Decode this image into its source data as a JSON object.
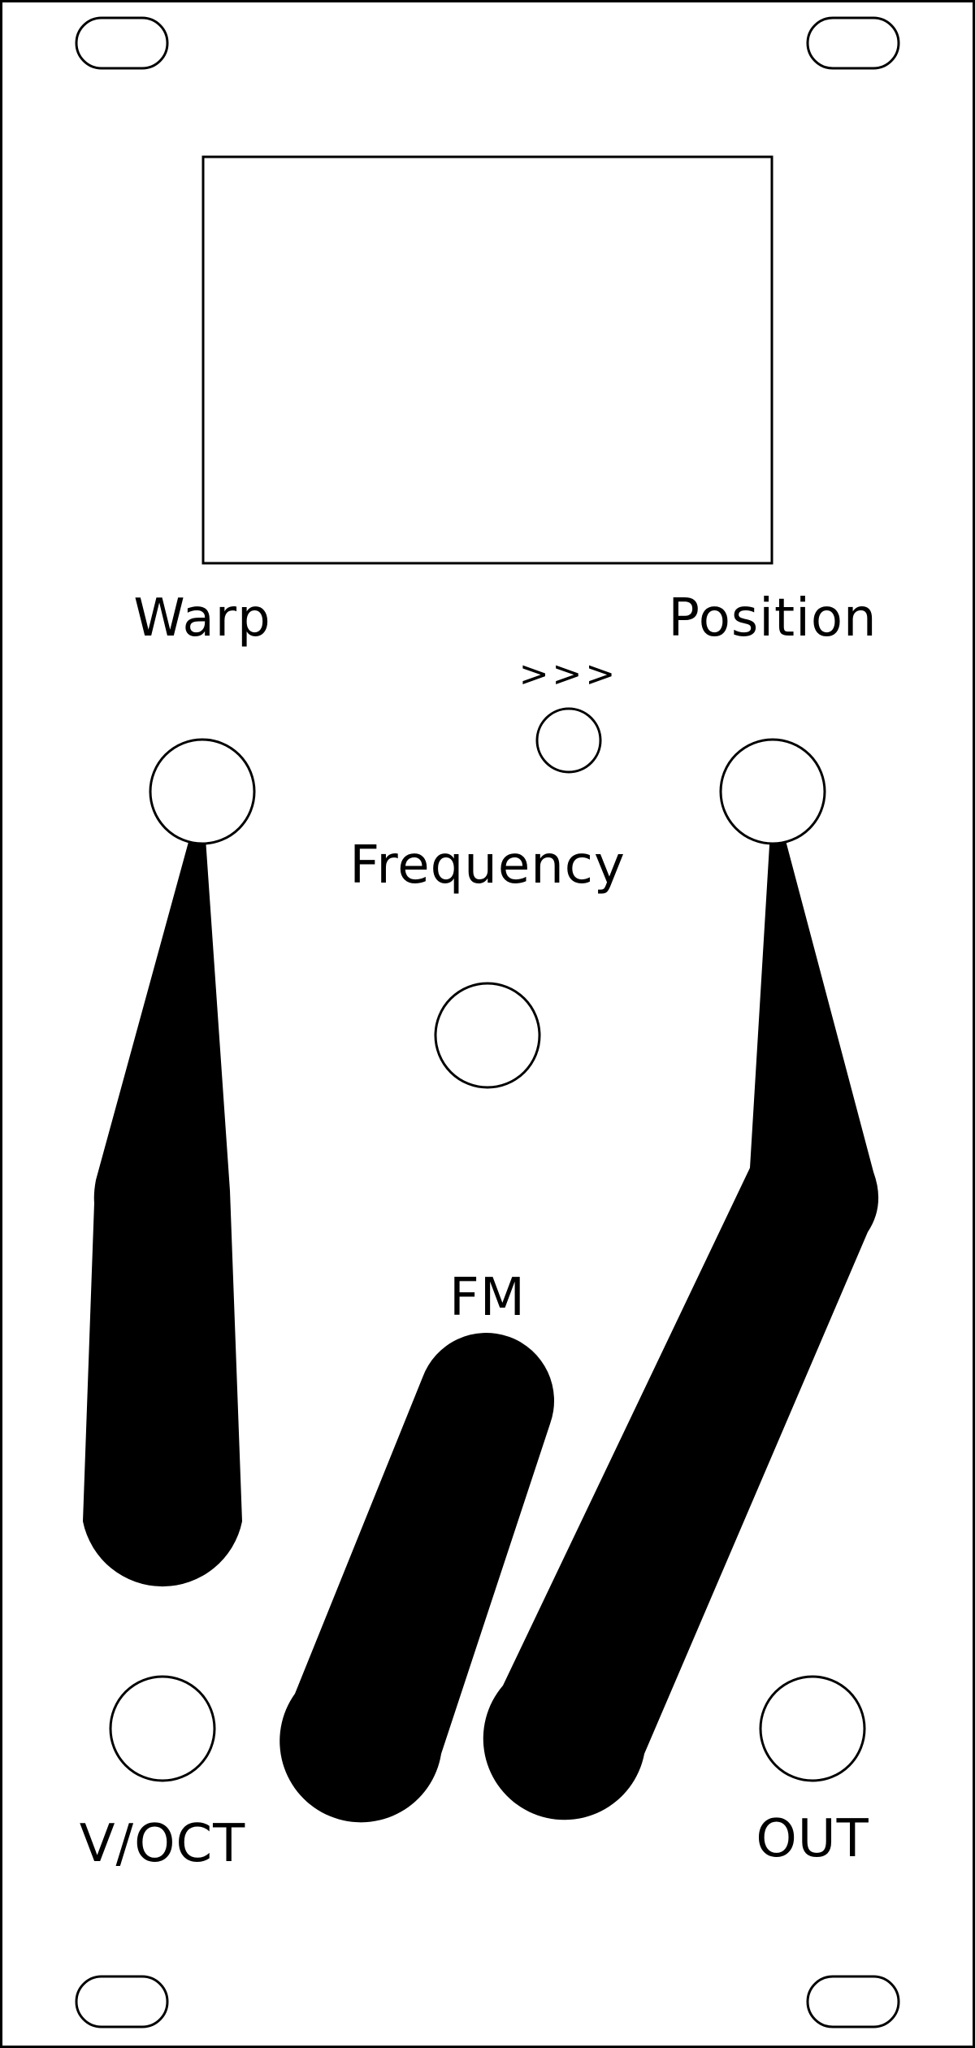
{
  "panel": {
    "labels": {
      "warp": "Warp",
      "position": "Position",
      "arrows": ">>>",
      "frequency": "Frequency",
      "fm": "FM",
      "voct": "V/OCT",
      "out": "OUT"
    },
    "colors": {
      "background": "#ffffff",
      "stroke": "#000000",
      "fill": "#000000"
    }
  }
}
